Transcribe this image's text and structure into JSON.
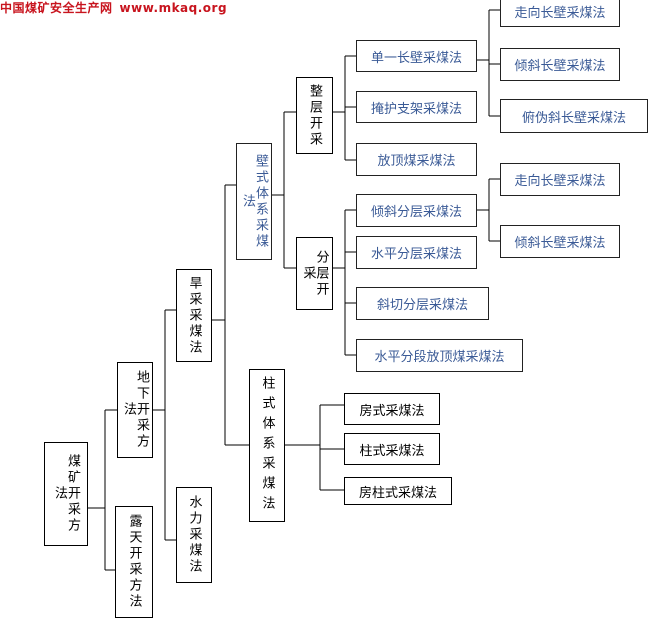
{
  "watermark": {
    "text": "中国煤矿安全生产网",
    "url": "www.mkaq.org"
  },
  "nodes": {
    "root": "煤矿开采方法",
    "underground": "地下开采方法",
    "open_pit": "露天开采方法",
    "dry": "旱采采煤法",
    "hydraulic": "水力采煤法",
    "longwall_system": "壁式体系采煤法",
    "pillar_system": "柱式体系采煤法",
    "full_seam": "整层开采",
    "sliced": "分层开采",
    "single_longwall": "单一长壁采煤法",
    "shield_support": "掩护支架采煤法",
    "top_coal_caving": "放顶煤采煤法",
    "inclined_slicing": "倾斜分层采煤法",
    "horizontal_slicing": "水平分层采煤法",
    "oblique_slicing": "斜切分层采煤法",
    "horizontal_sublevel_caving": "水平分段放顶煤采煤法",
    "strike_longwall_1": "走向长壁采煤法",
    "dip_longwall_1": "倾斜长壁采煤法",
    "pseudo_dip_longwall": "俯伪斜长壁采煤法",
    "strike_longwall_2": "走向长壁采煤法",
    "dip_longwall_2": "倾斜长壁采煤法",
    "room": "房式采煤法",
    "pillar": "柱式采煤法",
    "room_pillar": "房柱式采煤法"
  },
  "colors": {
    "watermark": "#c8141e",
    "blue_text": "#3a5a96",
    "line": "#000000"
  }
}
